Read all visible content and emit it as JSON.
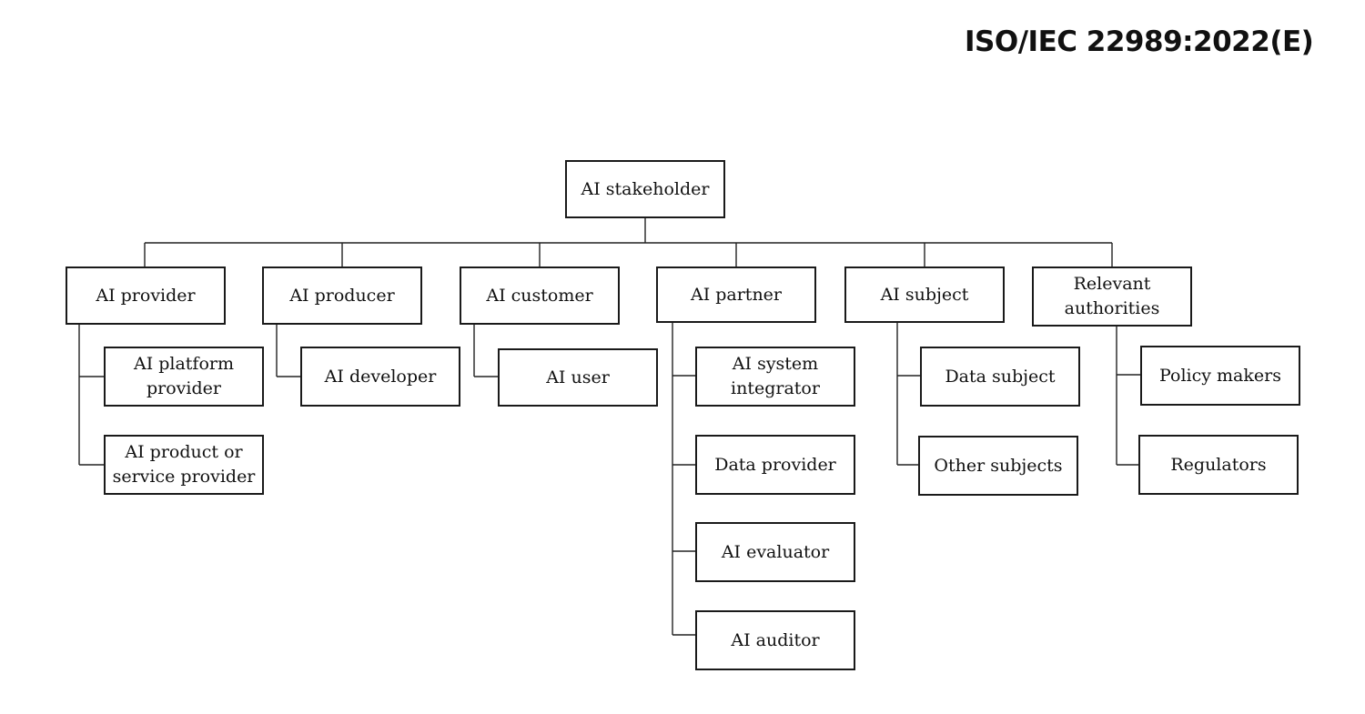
{
  "header": {
    "standard_id": "ISO/IEC 22989:2022(E)"
  },
  "diagram": {
    "root": "AI stakeholder",
    "categories": [
      {
        "label": "AI provider",
        "children": [
          "AI platform provider",
          "AI product or service provider"
        ]
      },
      {
        "label": "AI producer",
        "children": [
          "AI developer"
        ]
      },
      {
        "label": "AI customer",
        "children": [
          "AI user"
        ]
      },
      {
        "label": "AI partner",
        "children": [
          "AI system integrator",
          "Data provider",
          "AI evaluator",
          "AI auditor"
        ]
      },
      {
        "label": "AI subject",
        "children": [
          "Data subject",
          "Other subjects"
        ]
      },
      {
        "label": "Relevant authorities",
        "children": [
          "Policy makers",
          "Regulators"
        ]
      }
    ]
  }
}
